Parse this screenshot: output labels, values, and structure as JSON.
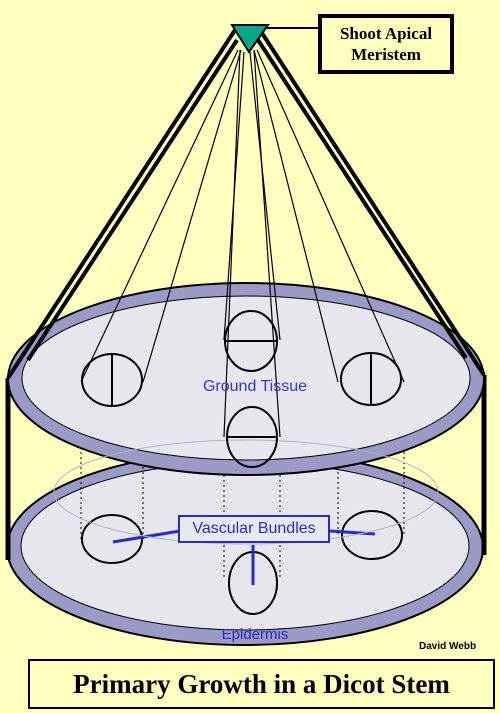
{
  "labels": {
    "shoot_apical_meristem": "Shoot Apical Meristem",
    "ground_tissue": "Ground Tissue",
    "vascular_bundles": "Vascular Bundles",
    "epidermis": "Epidermis"
  },
  "author": "David Webb",
  "title": "Primary Growth in a Dicot Stem",
  "colors": {
    "background": "#ffffc0",
    "meristem": "#00a98a",
    "ring": "#9a9ac6",
    "disc": "#e6e6ec",
    "label_blue": "#2a2ac8"
  }
}
